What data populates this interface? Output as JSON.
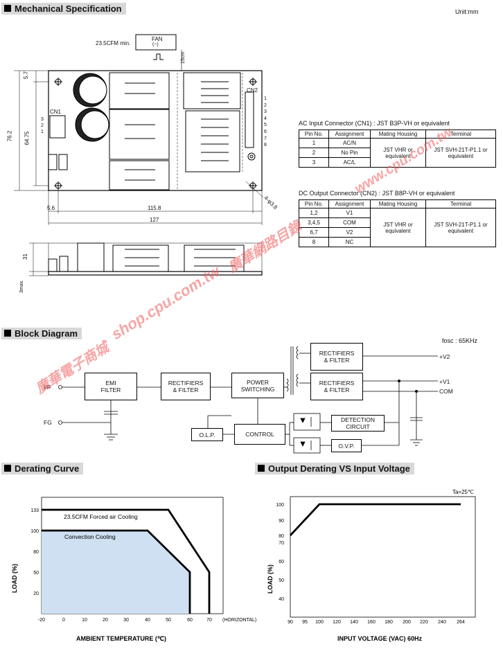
{
  "sections": {
    "mechanical": "Mechanical Specification",
    "block": "Block Diagram",
    "derating": "Derating Curve",
    "output_derating": "Output Derating VS Input Voltage"
  },
  "unit": "Unit:mm",
  "mechanical": {
    "fan_label": "FAN",
    "fan_sub": "(~)",
    "cfm": "23.5CFM min.",
    "dim_15cm": "15cm",
    "cn1": "CN1",
    "cn2": "CN2",
    "cn1_pins": [
      "3",
      "2",
      "1"
    ],
    "cn2_pins": [
      "1",
      "2",
      "3",
      "4",
      "5",
      "6",
      "7",
      "8"
    ],
    "dim_57": "5.7",
    "dim_762": "76.2",
    "dim_6475": "64.75",
    "dim_56": "5.6",
    "dim_1158": "115.8",
    "dim_127": "127",
    "dim_hole": "4-φ3.8",
    "dim_31": "31",
    "dim_3max": "3max."
  },
  "cn1_table": {
    "title": "AC Input Connector (CN1) : JST B3P-VH or equivalent",
    "headers": [
      "Pin No.",
      "Assignment",
      "Mating Housing",
      "Terminal"
    ],
    "rows": [
      [
        "1",
        "AC/N"
      ],
      [
        "2",
        "No Pin"
      ],
      [
        "3",
        "AC/L"
      ]
    ],
    "housing": "JST VHR or equivalent",
    "terminal": "JST SVH-21T-P1.1 or equivalent"
  },
  "cn2_table": {
    "title": "DC Output Connector (CN2) : JST B8P-VH or equivalent",
    "headers": [
      "Pin No.",
      "Assignment",
      "Mating Housing",
      "Terminal"
    ],
    "rows": [
      [
        "1,2",
        "V1"
      ],
      [
        "3,4,5",
        "COM"
      ],
      [
        "6,7",
        "V2"
      ],
      [
        "8",
        "NC"
      ]
    ],
    "housing": "JST VHR or equivalent",
    "terminal": "JST SVH-21T-P1.1 or equivalent"
  },
  "block": {
    "fosc": "fosc : 65KHz",
    "ip": "I/P",
    "fg": "FG",
    "emi": "EMI FILTER",
    "rect_in": "RECTIFIERS & FILTER",
    "power": "POWER SWITCHING",
    "rect1": "RECTIFIERS & FILTER",
    "rect2": "RECTIFIERS & FILTER",
    "v2": "+V2",
    "v1": "+V1",
    "com": "COM",
    "olp": "O.L.P.",
    "control": "CONTROL",
    "detect": "DETECTION CIRCUIT",
    "ovp": "O.V.P."
  },
  "watermarks": [
    "shop.cpu.com.tw",
    "廣華網路目錄",
    "www.cpu.com.tw",
    "廣華電子商城"
  ],
  "chart_data": [
    {
      "type": "area",
      "xlabel": "AMBIENT TEMPERATURE (℃)",
      "ylabel": "LOAD (%)",
      "x_ticks": [
        "-20",
        "0",
        "10",
        "20",
        "30",
        "40",
        "50",
        "60",
        "70"
      ],
      "x_unit": "(HORIZONTAL)",
      "y_ticks": [
        "133",
        "100",
        "80",
        "50",
        "20"
      ],
      "xlim": [
        -20,
        80
      ],
      "ylim": [
        0,
        150
      ],
      "series": [
        {
          "name": "23.5CFM Forced air Cooling",
          "x": [
            -20,
            50,
            70,
            70
          ],
          "y": [
            133,
            133,
            50,
            0
          ]
        },
        {
          "name": "Convection Cooling",
          "x": [
            -20,
            40,
            60,
            60
          ],
          "y": [
            100,
            100,
            50,
            0
          ]
        }
      ],
      "fill_color": "#cfe0f2"
    },
    {
      "type": "line",
      "note": "Ta=25℃",
      "xlabel": "INPUT VOLTAGE (VAC) 60Hz",
      "ylabel": "LOAD (%)",
      "x_ticks": [
        "90",
        "95",
        "100",
        "120",
        "140",
        "160",
        "180",
        "200",
        "220",
        "240",
        "264"
      ],
      "y_ticks": [
        "100",
        "90",
        "80",
        "70",
        "60",
        "50",
        "40"
      ],
      "ylim": [
        30,
        110
      ],
      "series": [
        {
          "x": [
            90,
            100,
            264
          ],
          "y": [
            80,
            100,
            100
          ]
        }
      ]
    }
  ]
}
